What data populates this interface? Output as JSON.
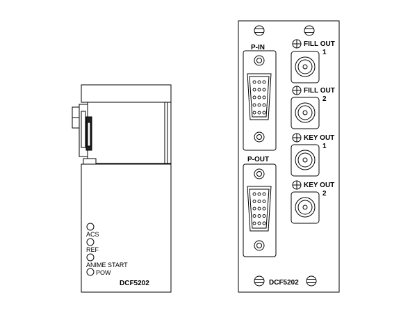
{
  "front_module": {
    "leds": [
      {
        "label": "ACS"
      },
      {
        "label": "REF"
      },
      {
        "label": "ANIME START"
      },
      {
        "label": "POW"
      }
    ],
    "model": "DCF5202"
  },
  "rear_panel": {
    "p_in_label": "P-IN",
    "p_out_label": "P-OUT",
    "outputs": [
      {
        "line1": "FILL OUT",
        "line2": "1"
      },
      {
        "line1": "FILL OUT",
        "line2": "2"
      },
      {
        "line1": "KEY OUT",
        "line2": "1"
      },
      {
        "line1": "KEY OUT",
        "line2": "2"
      }
    ],
    "model": "DCF5202"
  }
}
